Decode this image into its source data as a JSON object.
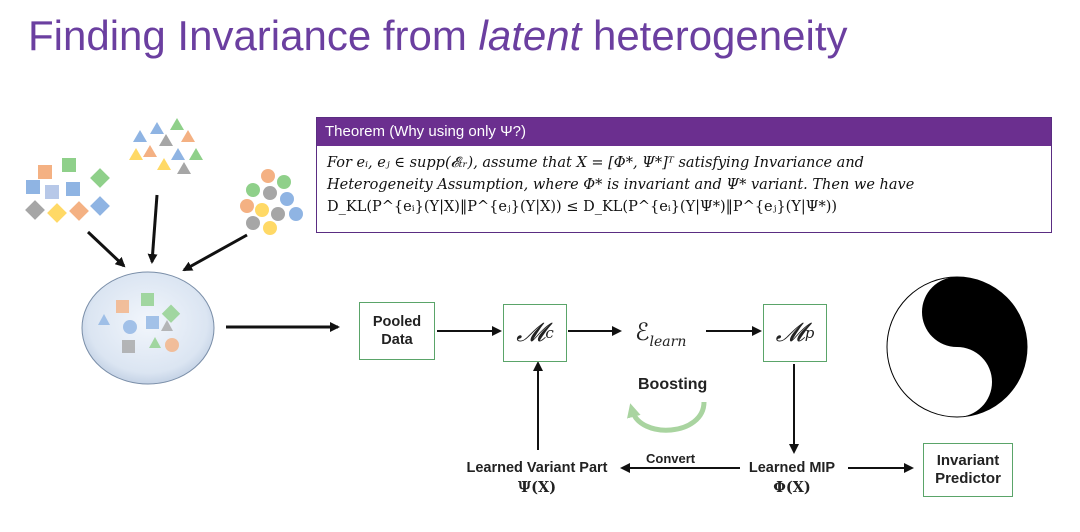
{
  "title": {
    "part1": "Finding Invariance from ",
    "italic": "latent",
    "part2": " heterogeneity"
  },
  "theorem": {
    "header": "Theorem (Why using only Ψ?)",
    "line1": "For eᵢ, eⱼ ∈ supp(𝓔ₜᵣ), assume that X = [Φ*, Ψ*]ᵀ satisfying Invariance and",
    "line2": "Heterogeneity Assumption, where Φ* is invariant and Ψ* variant. Then we have",
    "line3": "D_KL(P^{eᵢ}(Y|X)‖P^{eⱼ}(Y|X)) ≤ D_KL(P^{eᵢ}(Y|Ψ*)‖P^{eⱼ}(Y|Ψ*))"
  },
  "diagram": {
    "pooled_data": {
      "line1": "Pooled",
      "line2": "Data"
    },
    "mc": {
      "main": "𝓜",
      "sub": "c"
    },
    "elearn": {
      "main": "ℰ",
      "sub": "learn"
    },
    "mp": {
      "main": "𝓜",
      "sub": "p"
    },
    "boosting": "Boosting",
    "convert": "Convert",
    "learned_variant": {
      "line1": "Learned Variant Part",
      "line2": "Ψ(X)"
    },
    "learned_mip": {
      "line1": "Learned MIP",
      "line2": "Φ(X)"
    },
    "invariant_predictor": {
      "line1": "Invariant",
      "line2": "Predictor"
    }
  },
  "colors": {
    "title": "#6b3fa0",
    "theorem_header": "#6b2f8f",
    "box_border": "#5aa469",
    "boosting_arrow": "#a9d4a0"
  }
}
